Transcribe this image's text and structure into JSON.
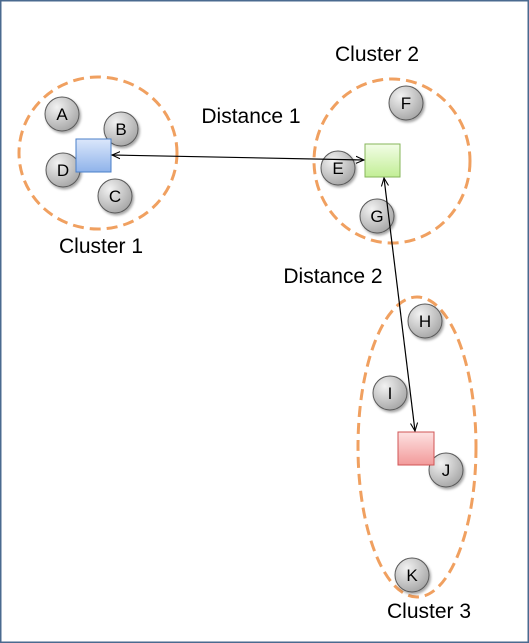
{
  "colors": {
    "frame": "#4a6a8f",
    "cluster_outline": "#f0a060",
    "point_fill_light": "#f2f2f2",
    "point_fill_dark": "#a6a6a6",
    "point_stroke": "#595959",
    "arrow": "#000000",
    "centroid1_fill": "#b3ccf2",
    "centroid1_stroke": "#4a7fc8",
    "centroid2_fill": "#d9f7b8",
    "centroid2_stroke": "#86b55a",
    "centroid3_fill": "#f7b3b3",
    "centroid3_stroke": "#d05555"
  },
  "clusters": [
    {
      "label": "Cluster 1"
    },
    {
      "label": "Cluster 2"
    },
    {
      "label": "Cluster 3"
    }
  ],
  "points": [
    {
      "label": "A"
    },
    {
      "label": "B"
    },
    {
      "label": "C"
    },
    {
      "label": "D"
    },
    {
      "label": "E"
    },
    {
      "label": "F"
    },
    {
      "label": "G"
    },
    {
      "label": "H"
    },
    {
      "label": "I"
    },
    {
      "label": "J"
    },
    {
      "label": "K"
    }
  ],
  "distances": [
    {
      "label": "Distance 1"
    },
    {
      "label": "Distance 2"
    }
  ]
}
